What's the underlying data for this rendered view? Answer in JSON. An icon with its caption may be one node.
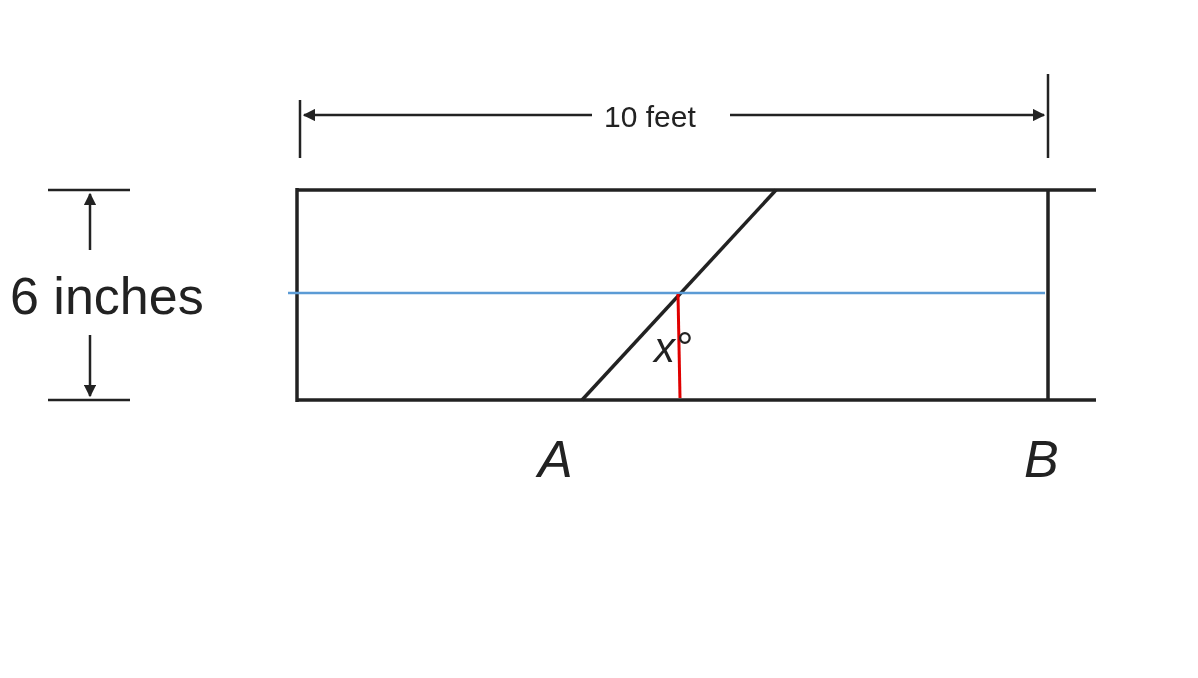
{
  "diagram": {
    "labels": [
      "10 feet",
      "6 inches",
      "x°",
      "A",
      "B"
    ]
  }
}
